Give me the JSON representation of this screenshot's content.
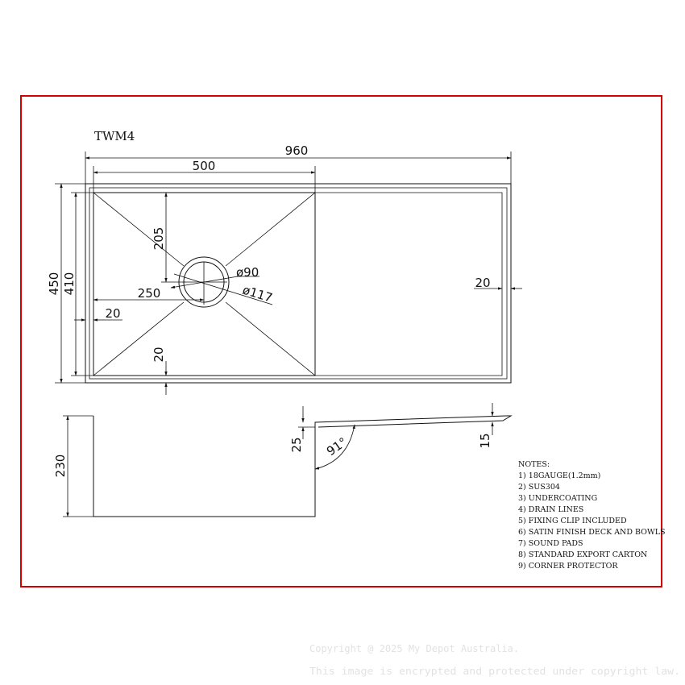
{
  "model": "TWM4",
  "top_view": {
    "overall_width": "960",
    "bowl_width": "500",
    "overall_depth": "450",
    "bowl_depth": "410",
    "drain_center_x": "250",
    "drain_center_y": "205",
    "waste_inner": "ø90",
    "waste_outer": "ø117",
    "flange_left": "20",
    "flange_bottom": "20",
    "flange_right": "20"
  },
  "side_view": {
    "bowl_height": "230",
    "deck_offset": "25",
    "drainer_angle": "91°",
    "drainer_depth": "15"
  },
  "notes": {
    "heading": "NOTES:",
    "items": [
      "1) 18GAUGE(1.2mm)",
      "2) SUS304",
      "3) UNDERCOATING",
      "4) DRAIN LINES",
      "5) FIXING CLIP INCLUDED",
      "6) SATIN FINISH DECK AND BOWLS",
      "7) SOUND PADS",
      "8) STANDARD EXPORT CARTON",
      "9) CORNER PROTECTOR"
    ]
  },
  "watermark": {
    "line1": "Copyright @ 2025 My Depot Australia.",
    "line2": "This image is encrypted and protected under copyright law."
  },
  "colors": {
    "frame": "#d40000",
    "ink": "#111111",
    "watermark": "#e2e2e2"
  }
}
